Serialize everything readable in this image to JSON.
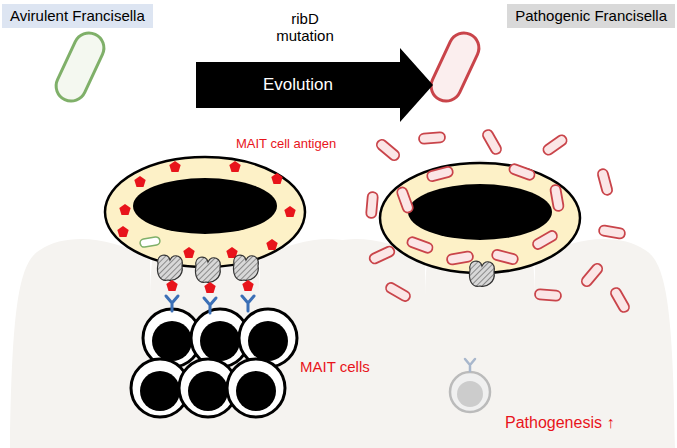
{
  "diagram": {
    "nodes": [
      {
        "text": [
          "Avirulent Francisella"
        ]
      },
      {
        "text": [
          "ribD mutation",
          "Evolution"
        ]
      },
      {
        "text": [
          "Pathogenic Francisella"
        ]
      }
    ],
    "labels": [
      "MAIT cell antigen",
      "MAIT cells",
      "Pathogenesis ↑"
    ]
  }
}
